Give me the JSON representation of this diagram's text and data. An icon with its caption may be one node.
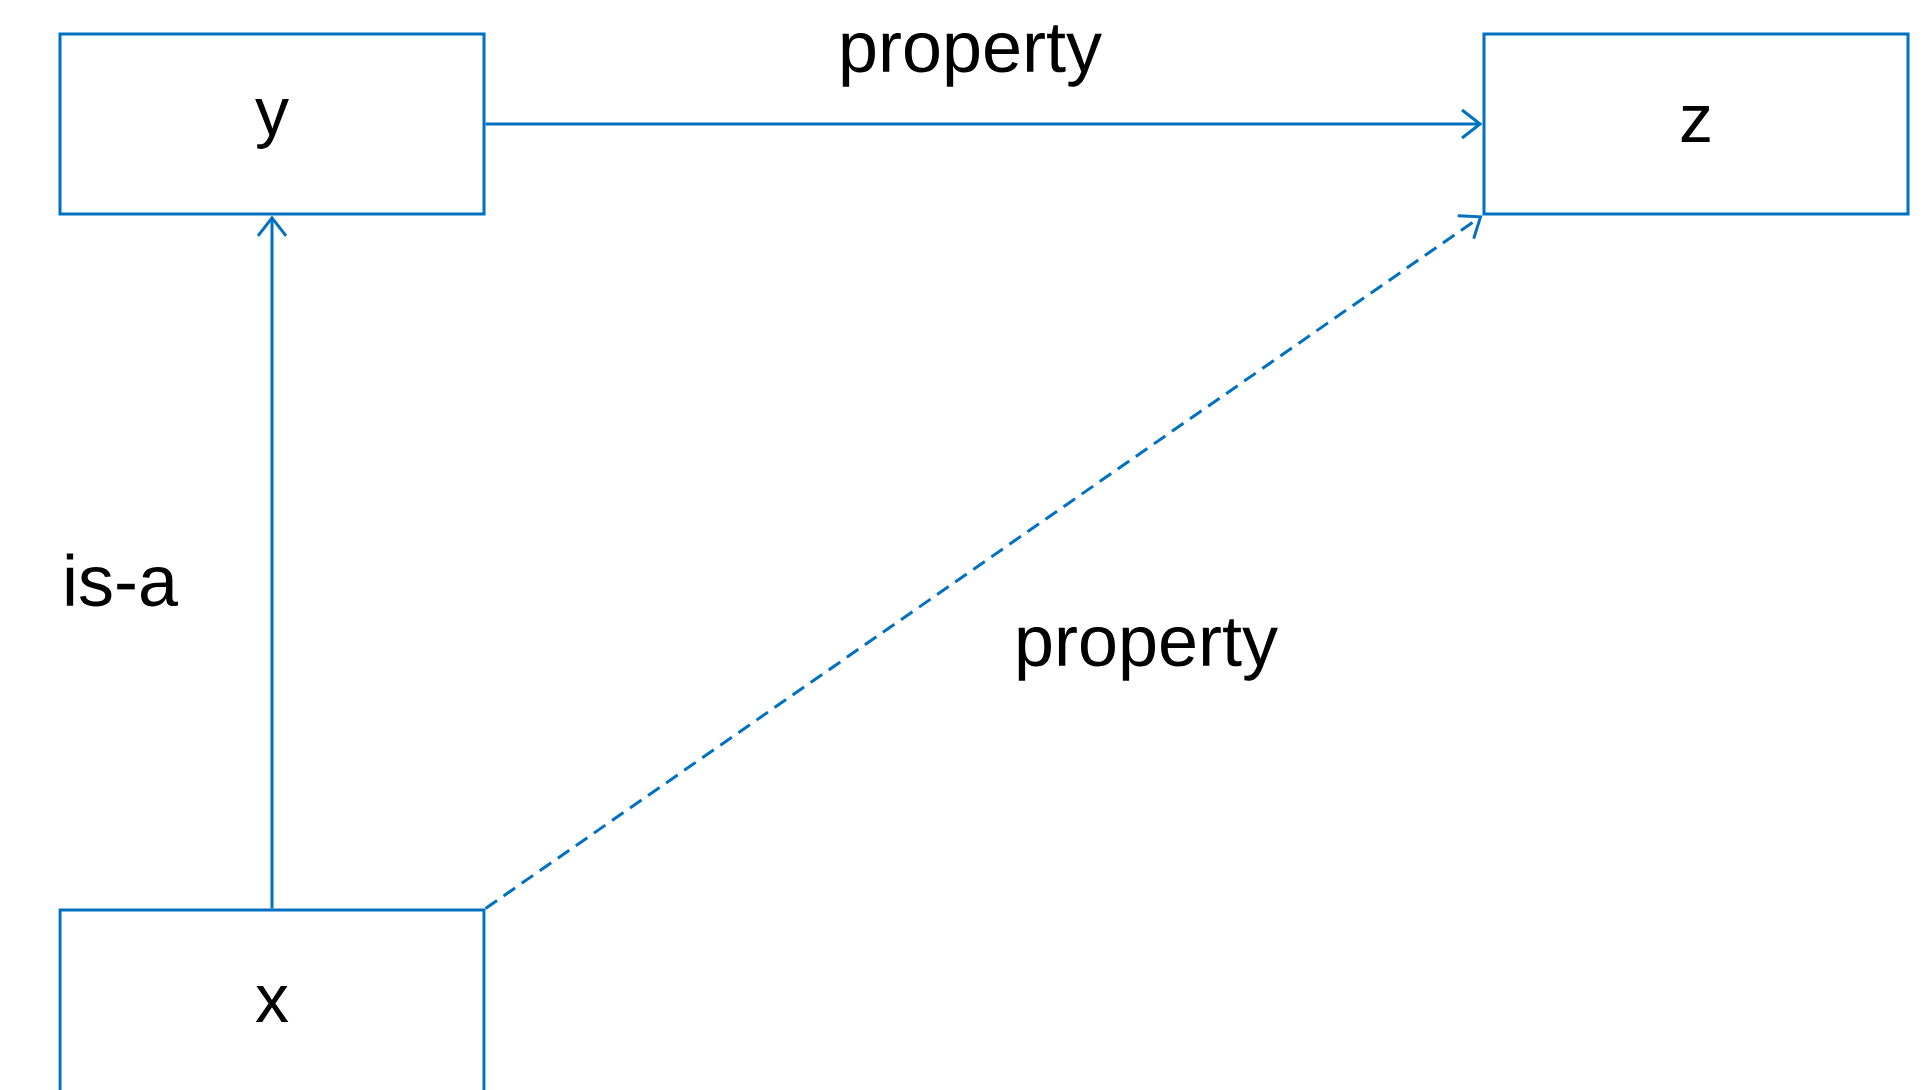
{
  "diagram": {
    "nodes": [
      {
        "text": [
          "y"
        ]
      },
      {
        "text": [
          "z"
        ]
      },
      {
        "text": [
          "x"
        ]
      }
    ],
    "edges": [
      {
        "from": 2,
        "to": 0,
        "arrow": "to",
        "label": "is-a"
      },
      {
        "from": 0,
        "to": 1,
        "arrow": "to",
        "label": "property"
      },
      {
        "from": 2,
        "to": 1,
        "arrow": "to",
        "label": "property",
        "style": "dashed"
      }
    ]
  }
}
